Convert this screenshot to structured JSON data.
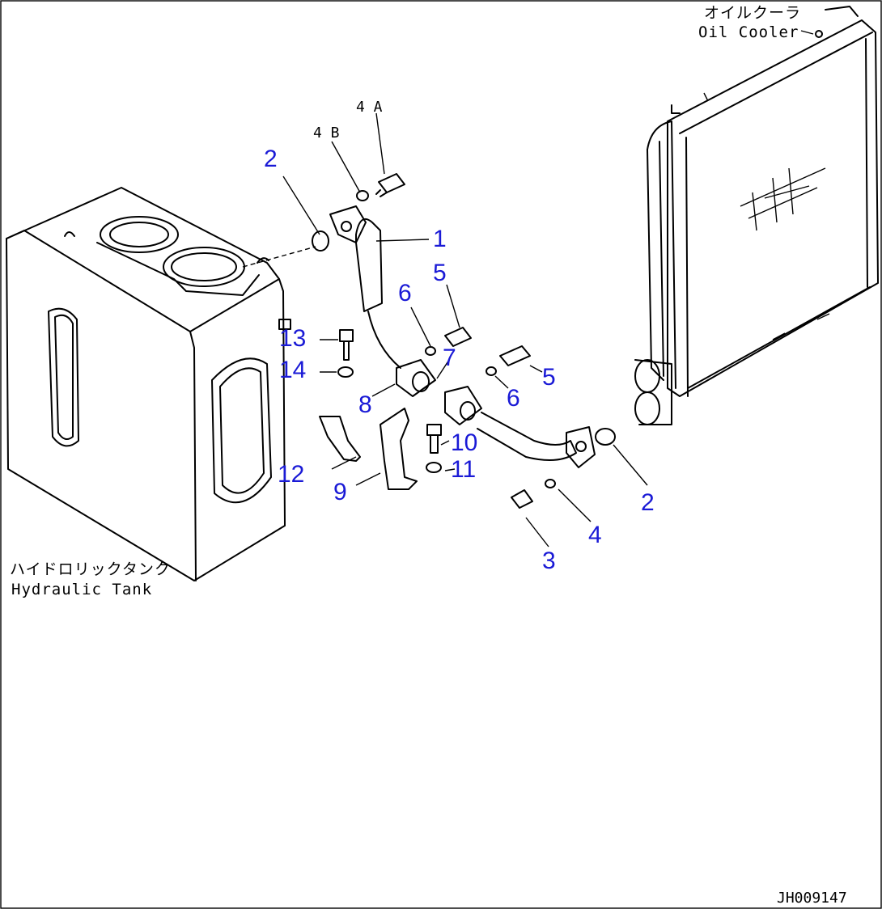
{
  "diagram": {
    "drawing_number": "JH009147",
    "components": {
      "oil_cooler_jp": "オイルクーラ",
      "oil_cooler_en": "Oil Cooler",
      "hydraulic_tank_jp": "ハイドロリックタンク",
      "hydraulic_tank_en": "Hydraulic Tank"
    },
    "callouts": {
      "p1": "1",
      "p2_top": "2",
      "p2_right": "2",
      "p3": "3",
      "p4": "4",
      "p4A": "4 A",
      "p4B": "4 B",
      "p5_left": "5",
      "p5_right": "5",
      "p6_left": "6",
      "p6_right": "6",
      "p7": "7",
      "p8": "8",
      "p9": "9",
      "p10": "10",
      "p11": "11",
      "p12": "12",
      "p13": "13",
      "p14": "14"
    }
  }
}
